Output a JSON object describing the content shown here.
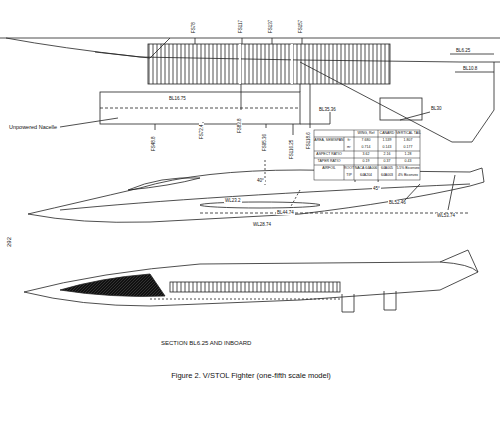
{
  "diagram": {
    "caption": "Figure 2. V/STOL Fighter (one-fifth scale model)",
    "labels": [
      "292",
      "Unpowered Nacelle",
      "FS78",
      "FS117",
      "FS137",
      "FS157",
      "BL6.25",
      "BL10.8",
      "BL30",
      "BL16.75",
      "FS48.8",
      "FS72.4",
      "FS83.8",
      "FS95.36",
      "FS116.25",
      "FS118.6",
      "BL35.36",
      "BL44.74",
      "BL52.46",
      "WL53.74",
      "WL23.2",
      "WL28.74",
      "40°",
      "45°",
      "SECTION BL6.25 AND INBOARD",
      "WING, Ref",
      "CANARD",
      "VERTICAL TAIL",
      "AREA, SEMISPAN",
      "ft²",
      "7.680",
      "1.539",
      "1.807",
      "m²",
      "0.714",
      "0.143",
      "0.177",
      "ASPECT RATIO",
      "3.62",
      "2.16",
      "1.28",
      "TAPER RATIO",
      "0.19",
      "0.37",
      "0.43",
      "AIRFOIL",
      "ROOT",
      "NACA 64A006",
      "64A005",
      "5.5% Biconvex",
      "TIP",
      "64A204",
      "64A003",
      "4% Biconvex"
    ]
  }
}
